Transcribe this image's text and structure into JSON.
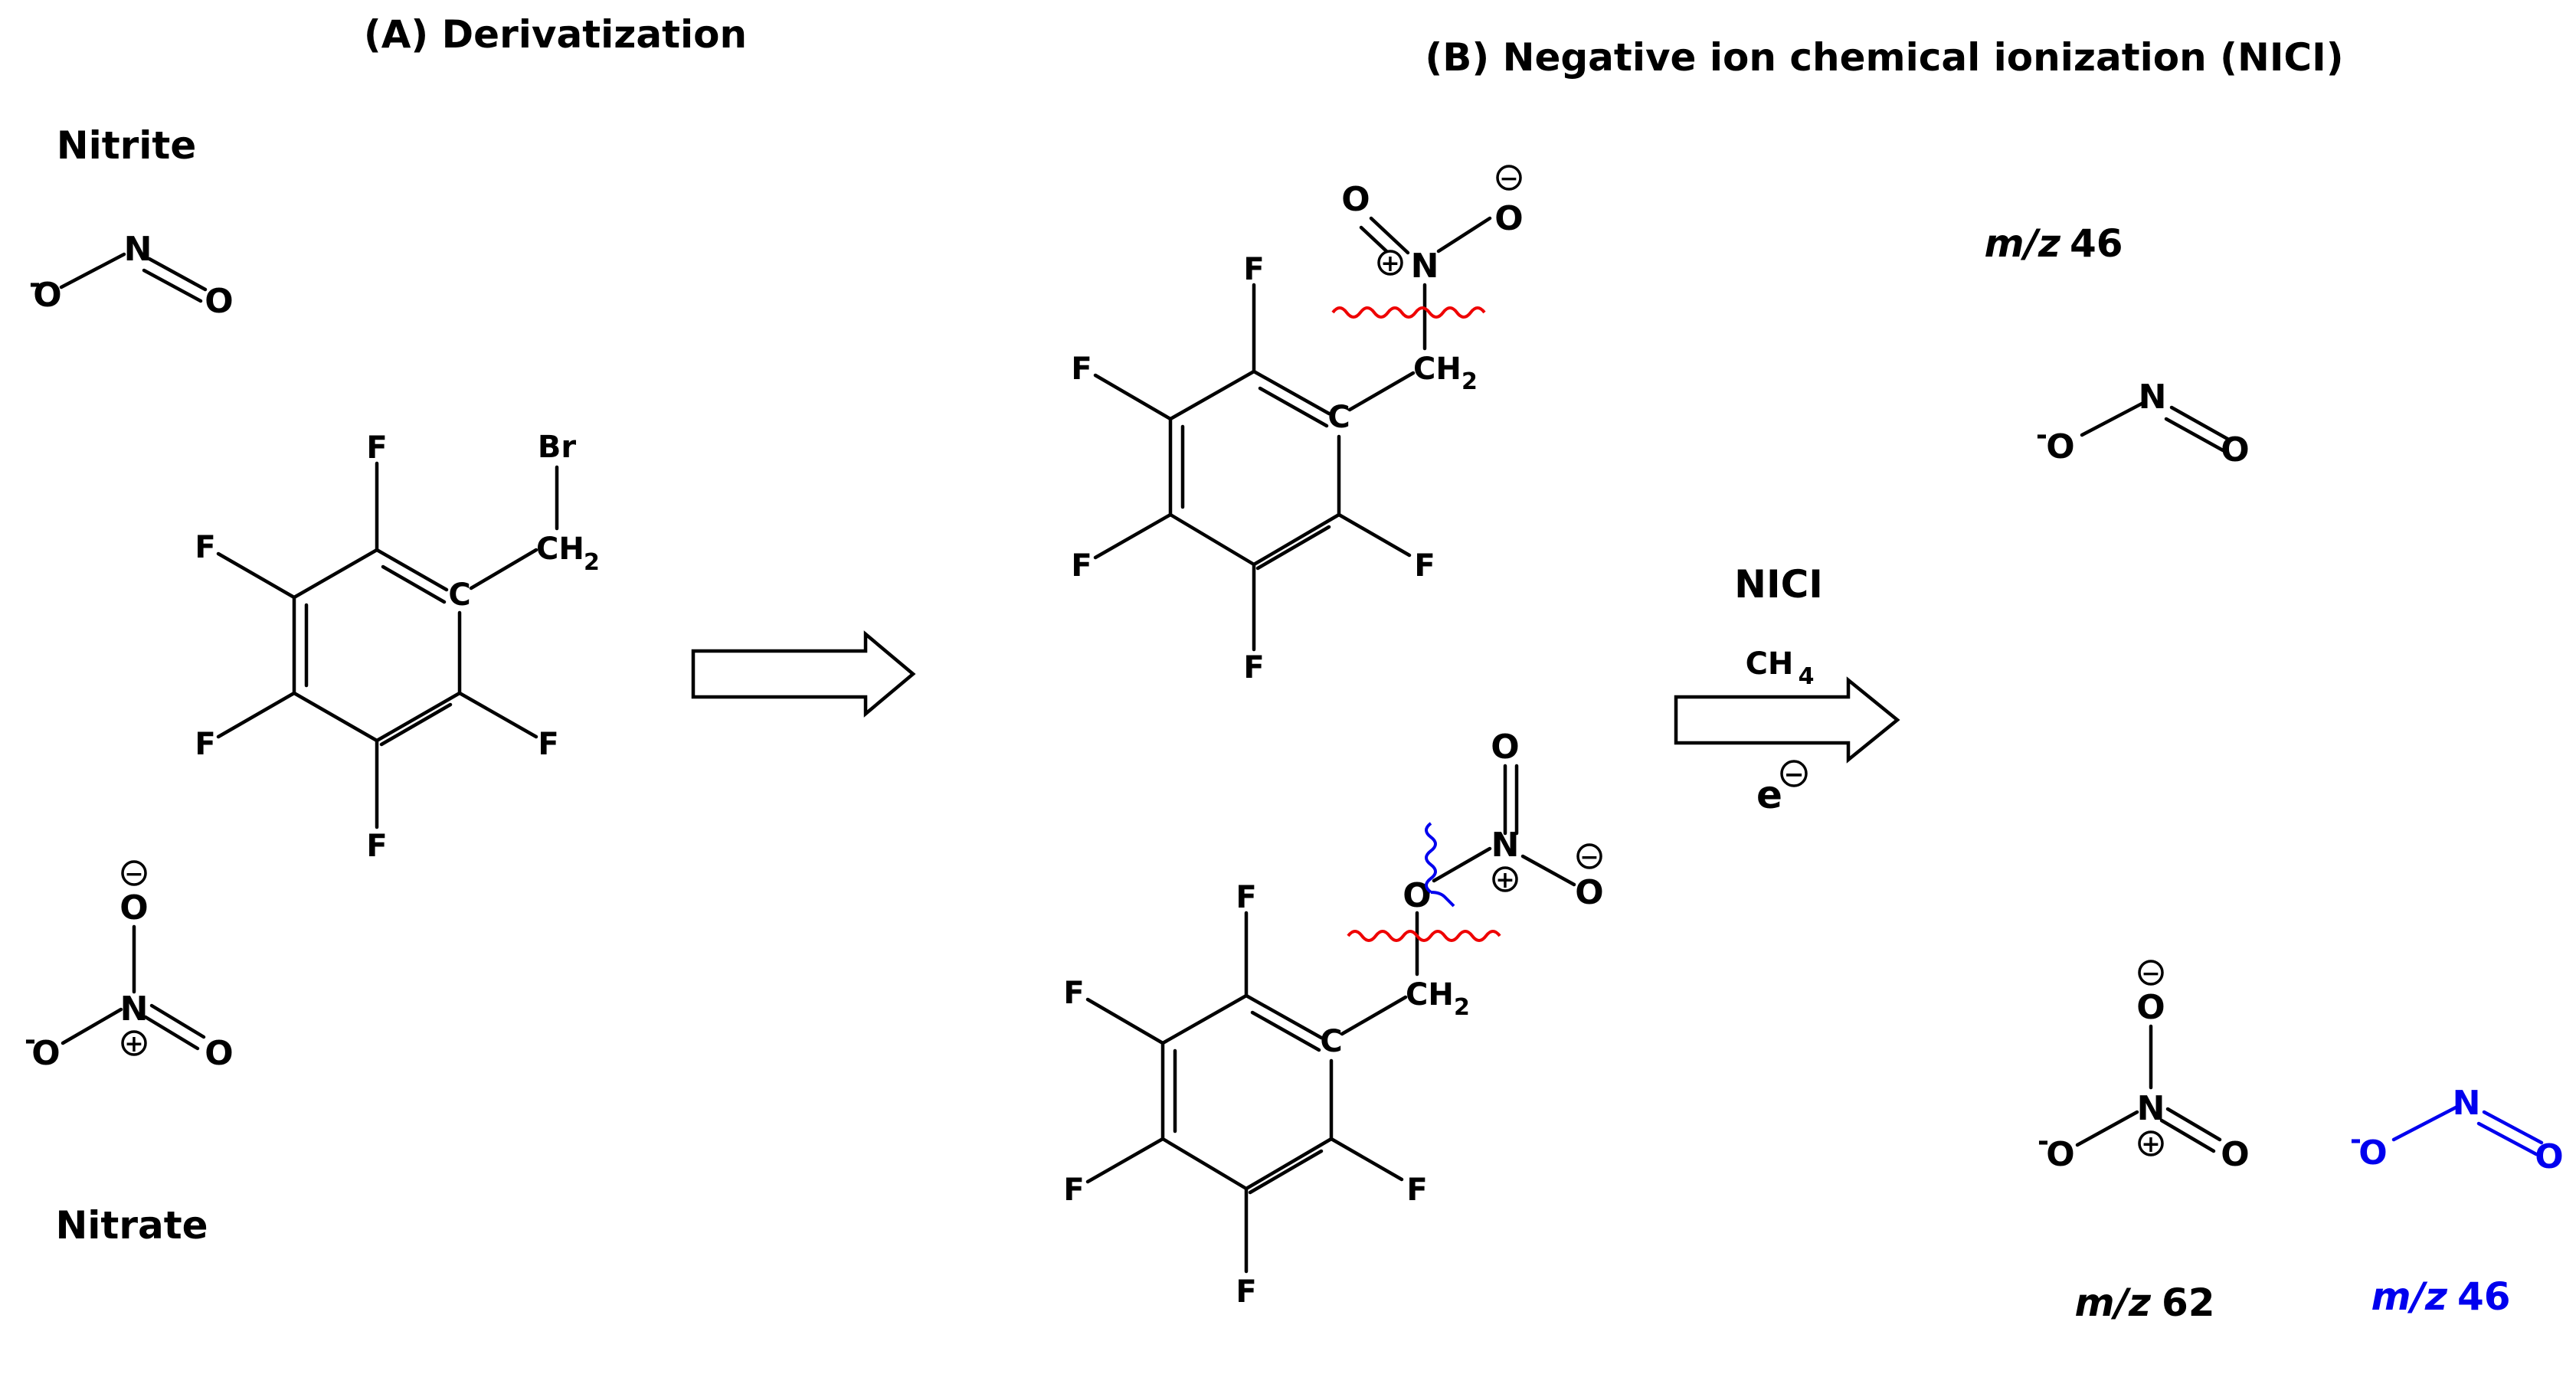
{
  "panels": {
    "a_title": "(A) Derivatization",
    "b_title": "(B) Negative ion chemical ionization (NICI)"
  },
  "species": {
    "nitrite": "Nitrite",
    "nitrate": "Nitrate"
  },
  "reagent": {
    "leaving_group": "Br",
    "ch2": "CH",
    "ch2_sub": "2",
    "ring_c": "C",
    "fluorine": "F"
  },
  "atoms": {
    "nitrogen": "N",
    "oxygen": "O",
    "minus": "-",
    "plus": "+",
    "minus_circle": "−"
  },
  "nici": {
    "label": "NICI",
    "reagent_gas": "CH",
    "reagent_gas_sub": "4",
    "electron": "e",
    "electron_sup": "−"
  },
  "products": {
    "mz_prefix": "m/z",
    "nitrite_mz": "46",
    "nitrate_mz": "62",
    "nitrate_fragment_mz": "46"
  },
  "colors": {
    "red_cleavage": "#ee0000",
    "blue_cleavage": "#0000ee",
    "black": "#000000"
  }
}
